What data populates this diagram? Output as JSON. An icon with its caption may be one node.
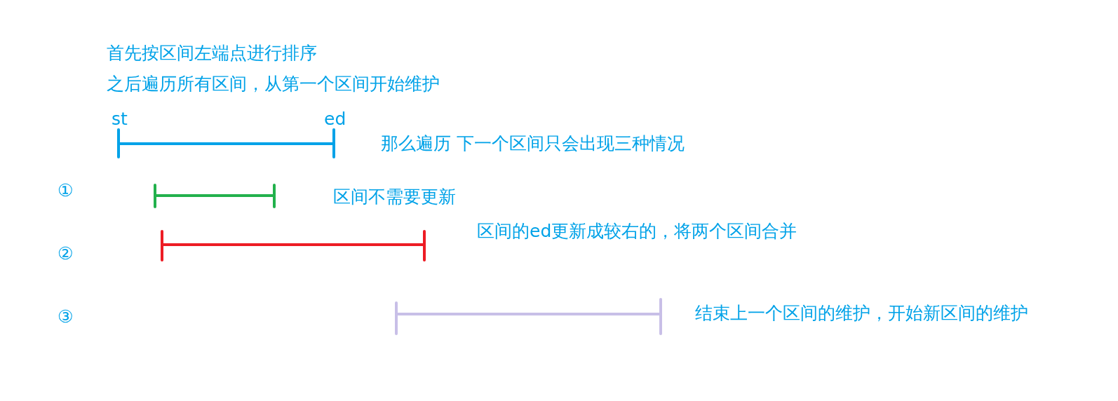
{
  "diagram": {
    "labels": [
      "首先按区间左端点进行排序",
      "之后遍历所有区间，从第一个区间开始维护",
      "st",
      "ed",
      "那么遍历 下一个区间只会出现三种情况",
      "①",
      "区间不需要更新",
      "区间的ed更新成较右的，将两个区间合并",
      "②",
      "③",
      "结束上一个区间的维护，开始新区间的维护"
    ]
  }
}
